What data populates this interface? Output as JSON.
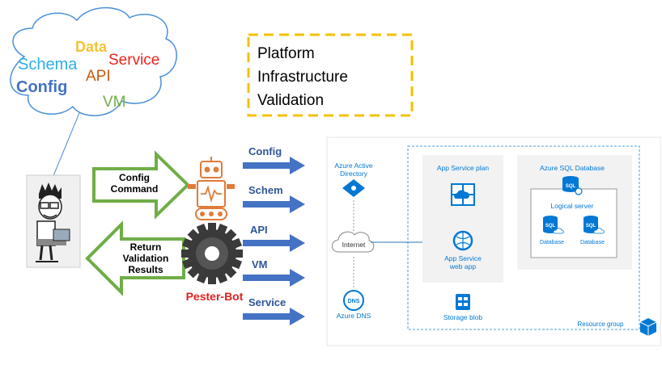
{
  "cloud_words": {
    "schema": "Schema",
    "data": "Data",
    "service": "Service",
    "config": "Config",
    "api": "API",
    "vm": "VM"
  },
  "colors": {
    "schema": "#2bb0e8",
    "data": "#f5c234",
    "service": "#e8231c",
    "config": "#4472c4",
    "api": "#c55a11",
    "vm": "#70ad47",
    "arrow_blue": "#4472c4",
    "arrow_green": "#70ad47",
    "azure_blue": "#0078d4",
    "dashed_gold": "#f5c000",
    "pester_red": "#e02020"
  },
  "title_box": {
    "line1": "Platform",
    "line2": "Infrastructure",
    "line3": "Validation"
  },
  "green_arrows": {
    "right_line1": "Config",
    "right_line2": "Command",
    "left_line1": "Return",
    "left_line2": "Validation",
    "left_line3": "Results"
  },
  "bot_label": "Pester-Bot",
  "blue_arrows": [
    "Config",
    "Schem",
    "API",
    "VM",
    "Service"
  ],
  "azure": {
    "active_directory_line1": "Azure Active",
    "active_directory_line2": "Directory",
    "internet": "Internet",
    "dns": "Azure DNS",
    "app_service_plan": "App Service plan",
    "app_service_line1": "App Service",
    "app_service_line2": "web app",
    "sql_database": "Azure SQL Database",
    "logical_server": "Logical server",
    "database_1": "Database",
    "database_2": "Database",
    "storage": "Storage blob",
    "resource_group": "Resource group",
    "sql_icon_text": "SQL"
  }
}
